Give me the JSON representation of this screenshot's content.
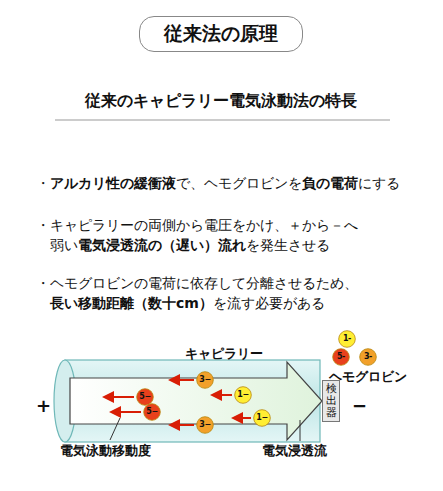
{
  "diagram": {
    "nodes": [
      {
        "text": [
          "従来法の原理"
        ]
      },
      {
        "text": [
          "1-"
        ]
      },
      {
        "text": [
          "5-"
        ]
      },
      {
        "text": [
          "3-"
        ]
      },
      {
        "text": [
          "3−"
        ]
      },
      {
        "text": [
          "1−"
        ]
      },
      {
        "text": [
          "5−"
        ]
      },
      {
        "text": [
          "5−"
        ]
      },
      {
        "text": [
          "1−"
        ]
      },
      {
        "text": [
          "3−"
        ]
      },
      {
        "text": [
          "検出器"
        ]
      }
    ],
    "labels": [
      "従来のキャピラリー電気泳動法の特長",
      "・",
      "アルカリ性の緩衝液",
      "で、ヘモグロビンを",
      "負の電荷",
      "にする",
      "・キャピラリーの両側から電圧をかけ、＋から－へ",
      "弱い",
      "電気浸透流の（遅い）流れ",
      "を発生させる",
      "・ヘモグロビンの電荷に依存して分離させるため、",
      "長い移動距離（数十cm）",
      "を流す必要がある",
      "キャピラリー",
      "ヘモグロビン",
      "+",
      "−",
      "電気泳動移動度",
      "電気浸透流"
    ]
  }
}
